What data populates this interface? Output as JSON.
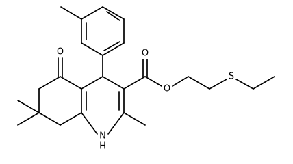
{
  "molecule": {
    "atoms": {
      "O_ketone": "O",
      "O_carbonyl": "O",
      "O_ester": "O",
      "S_thioether": "S",
      "N_ring": "N",
      "H_ring": "H"
    }
  },
  "colors": {
    "bond": "#000000",
    "background": "#ffffff"
  }
}
